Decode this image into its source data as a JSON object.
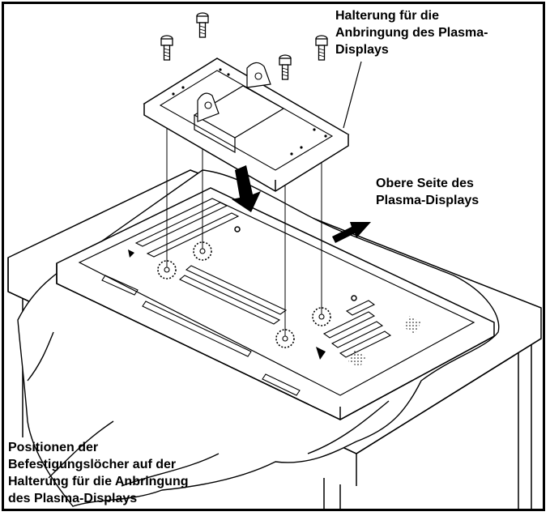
{
  "labels": {
    "bracket": [
      "Halterung für die",
      "Anbringung des Plasma-",
      "Displays"
    ],
    "top_side": [
      "Obere Seite des",
      "Plasma-Displays"
    ],
    "hole_positions": [
      "Positionen der",
      "Befestigungslöcher auf der",
      "Halterung für die Anbringung",
      "des Plasma-Displays"
    ]
  },
  "colors": {
    "line": "#000000",
    "background": "#ffffff",
    "shade": "#d9d9d9"
  },
  "icons": [
    "screw-icon",
    "arrow-down-icon",
    "arrow-right-icon"
  ]
}
